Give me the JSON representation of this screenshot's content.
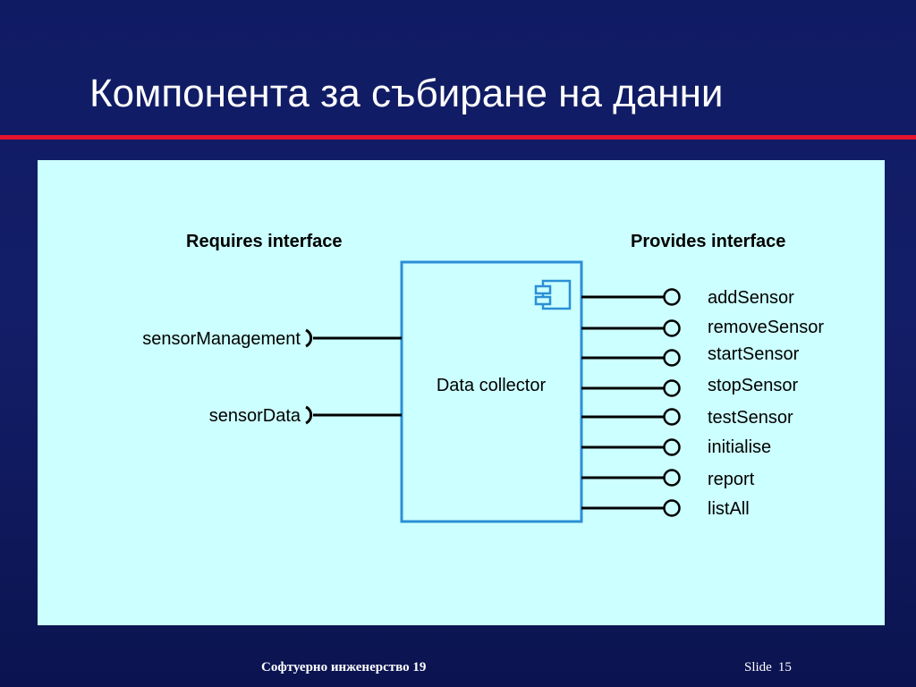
{
  "slide": {
    "title": "Компонента за събиране на данни",
    "footer_course": "Софтуерно инженерство 19",
    "footer_slide_label": "Slide",
    "footer_slide_number": "15"
  },
  "diagram": {
    "requires_heading": "Requires interface",
    "provides_heading": "Provides interface",
    "component_name": "Data collector",
    "component_icon": "uml-component-icon",
    "required_interfaces": [
      "sensorManagement",
      "sensorData"
    ],
    "provided_interfaces": [
      "addSensor",
      "removeSensor",
      "startSensor",
      "stopSensor",
      "testSensor",
      "initialise",
      "report",
      "listAll"
    ],
    "colors": {
      "panel_background": "#ccffff",
      "component_border": "#2b8fd6",
      "title_rule": "#e5142c",
      "slide_background": "#131e68"
    }
  }
}
